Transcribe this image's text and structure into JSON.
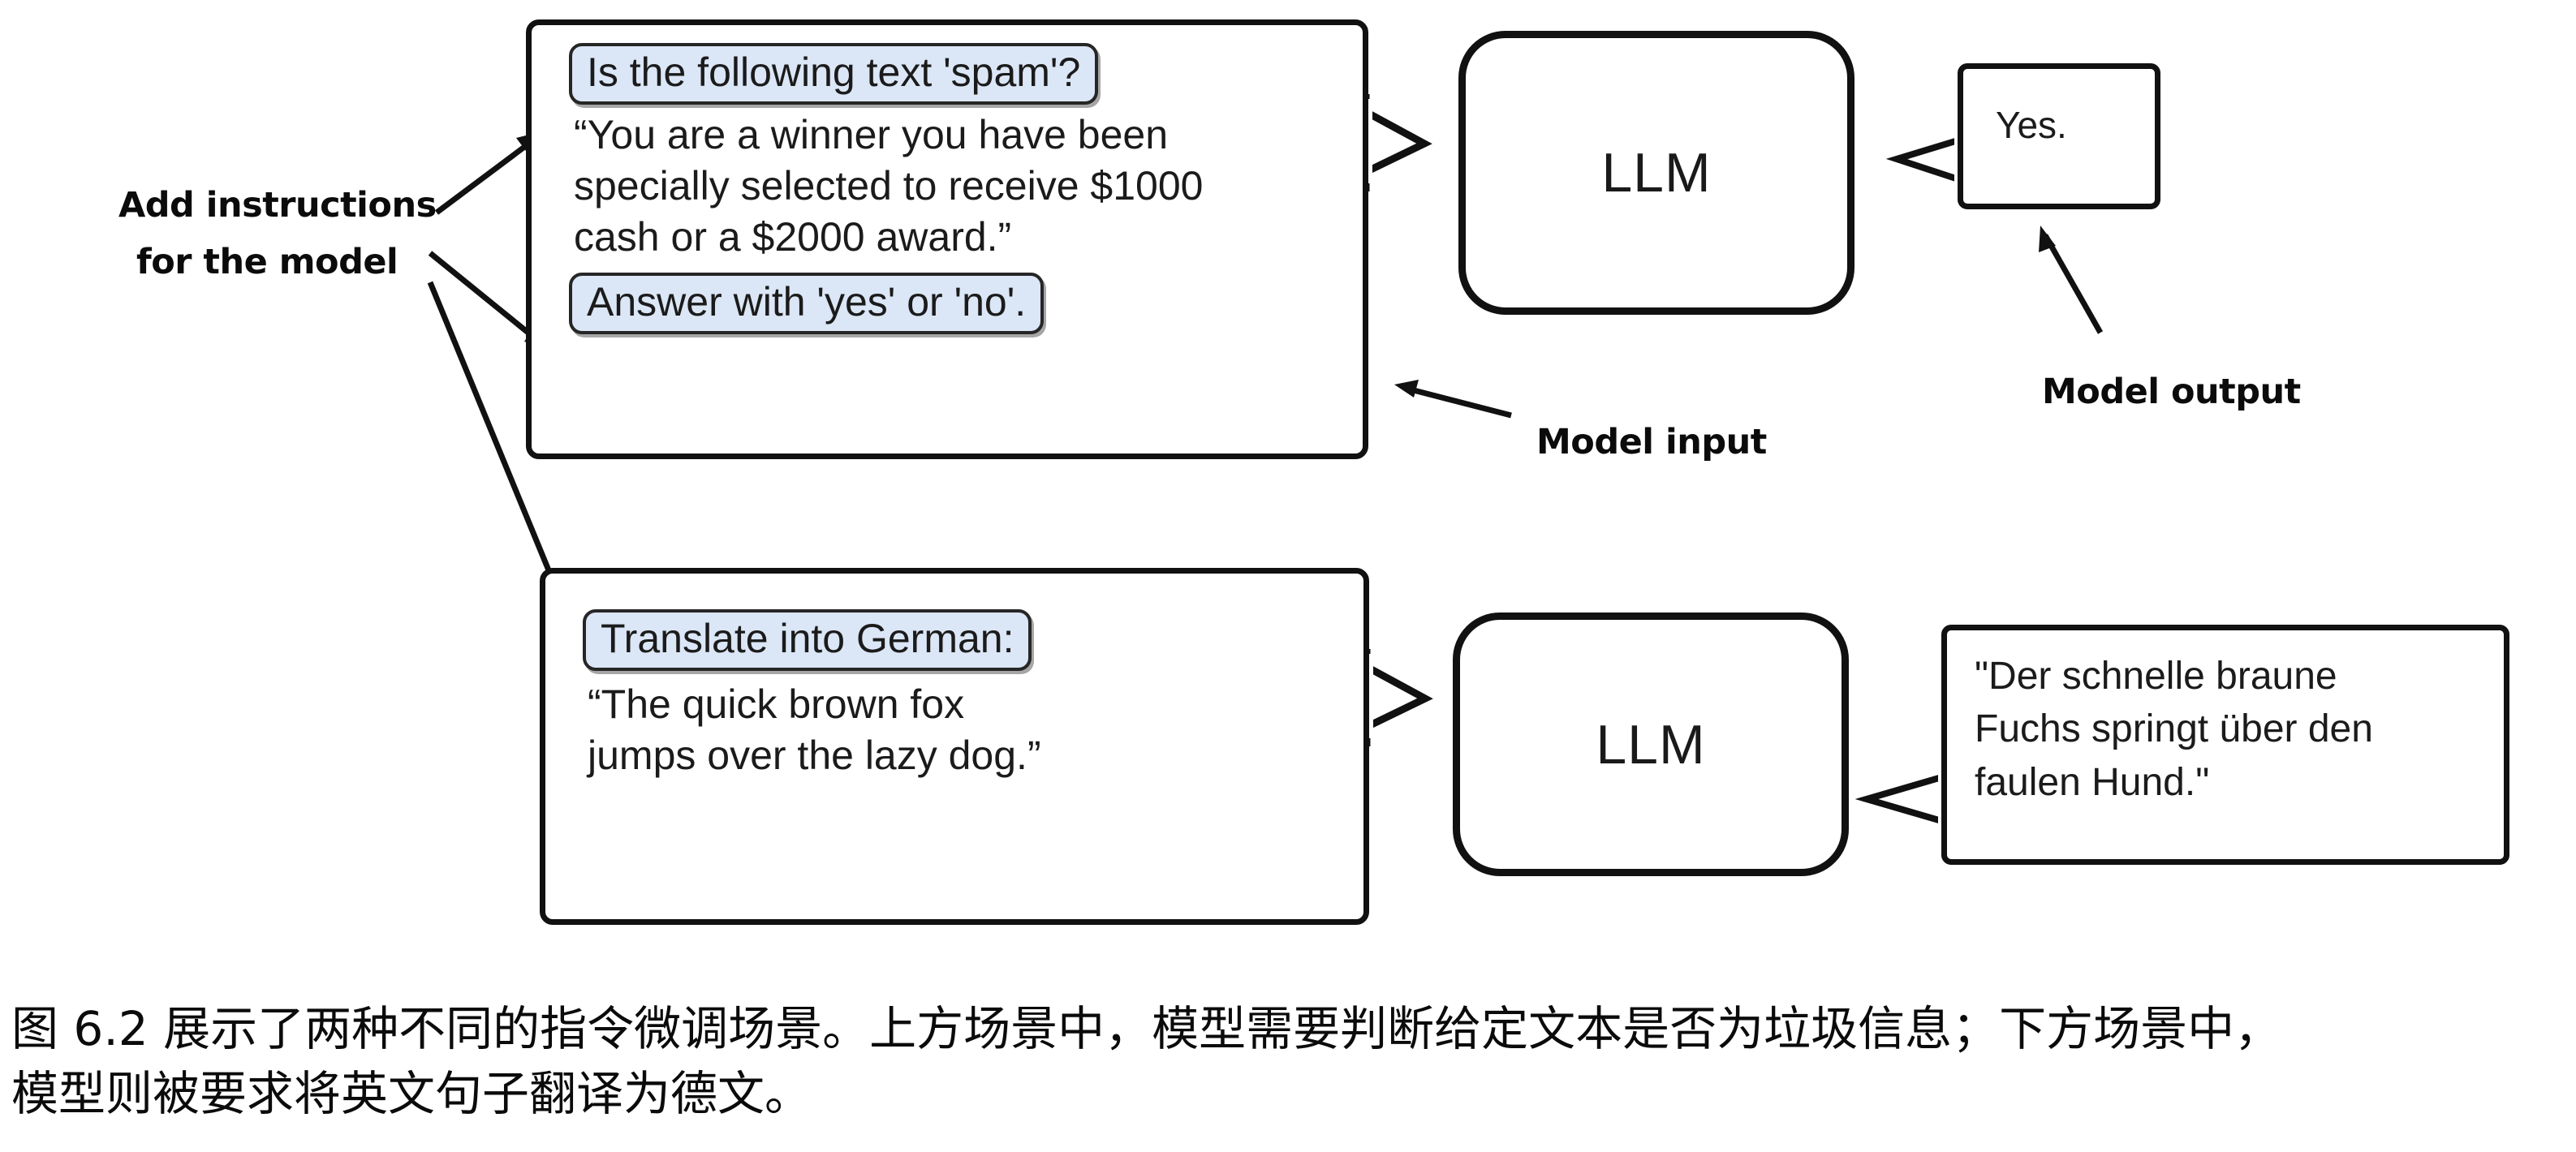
{
  "figure": {
    "top_scenario": {
      "prompt_bubble": {
        "name": "spam-classification-prompt",
        "instruction_chip": "Is the following text 'spam'?",
        "body_lines": [
          "“You are a winner you have been",
          "specially selected to receive $1000",
          "cash or a $2000 award.”"
        ],
        "answer_chip": "Answer with 'yes' or 'no'."
      },
      "model": {
        "label": "LLM"
      },
      "output_bubble": {
        "lines": [
          "Yes."
        ]
      }
    },
    "bottom_scenario": {
      "prompt_bubble": {
        "name": "translation-prompt",
        "instruction_chip": "Translate into German:",
        "body_lines": [
          "“The quick brown fox",
          "jumps over the lazy dog.”"
        ]
      },
      "model": {
        "label": "LLM"
      },
      "output_bubble": {
        "lines": [
          "\"Der schnelle braune",
          "Fuchs springt über den",
          "faulen Hund.\""
        ]
      }
    },
    "annotations": {
      "add_instructions_line1": "Add instructions",
      "add_instructions_line2": "for the model",
      "model_input": "Model input",
      "model_output": "Model output"
    },
    "caption": {
      "line1": "图 6.2 展示了两种不同的指令微调场景。上方场景中，模型需要判断给定文本是否为垃圾信息；下方场景中，",
      "line2": "模型则被要求将英文句子翻译为德文。"
    },
    "colors": {
      "instruction_highlight": "#dbe6f6",
      "stroke": "#111111",
      "text": "#1b1b1b",
      "background": "#ffffff"
    }
  }
}
